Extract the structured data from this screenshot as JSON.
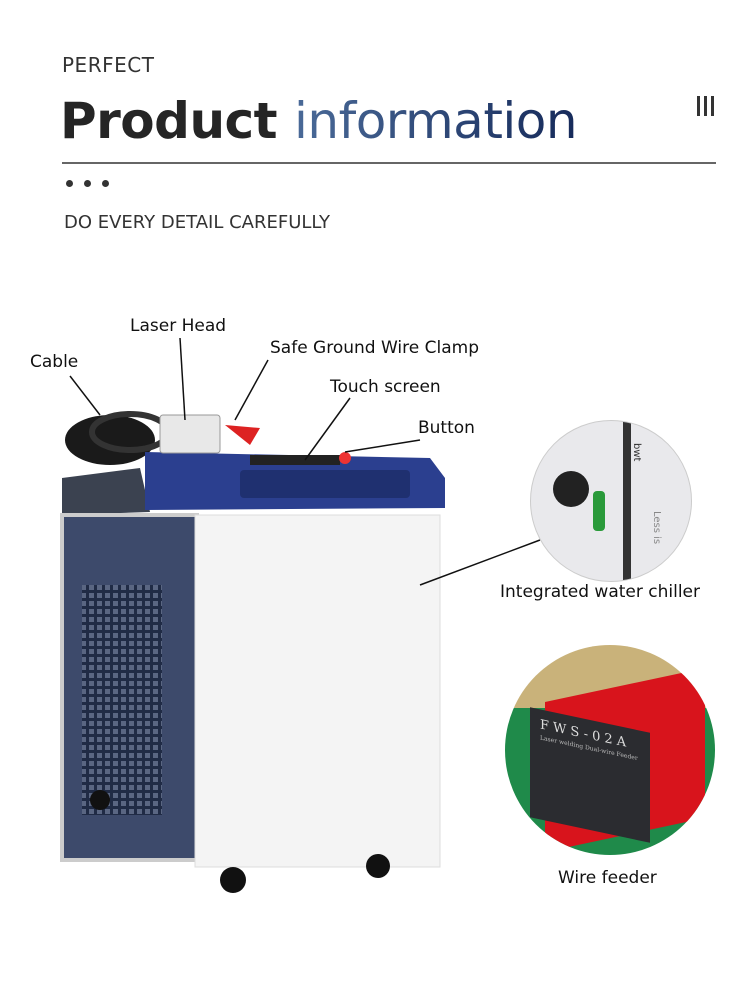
{
  "header": {
    "kicker": "PERFECT",
    "title_main": "Product",
    "title_accent": "information",
    "subtitle": "DO EVERY DETAIL CAREFULLY"
  },
  "callouts": {
    "cable": "Cable",
    "laser_head": "Laser Head",
    "ground_clamp": "Safe Ground Wire Clamp",
    "touch_screen": "Touch screen",
    "button": "Button",
    "chiller": "Integrated water chiller",
    "wire_feeder": "Wire feeder"
  },
  "feeder_panel": {
    "model": "FWS-02A",
    "description": "Laser welding Dual-wire Feeder"
  },
  "chiller_panel": {
    "brand": "bwt",
    "side_text": "Less is"
  },
  "colors": {
    "accent": "#2f4d80",
    "machine_blue": "#2b3f8f",
    "feeder_red": "#d8141c"
  }
}
